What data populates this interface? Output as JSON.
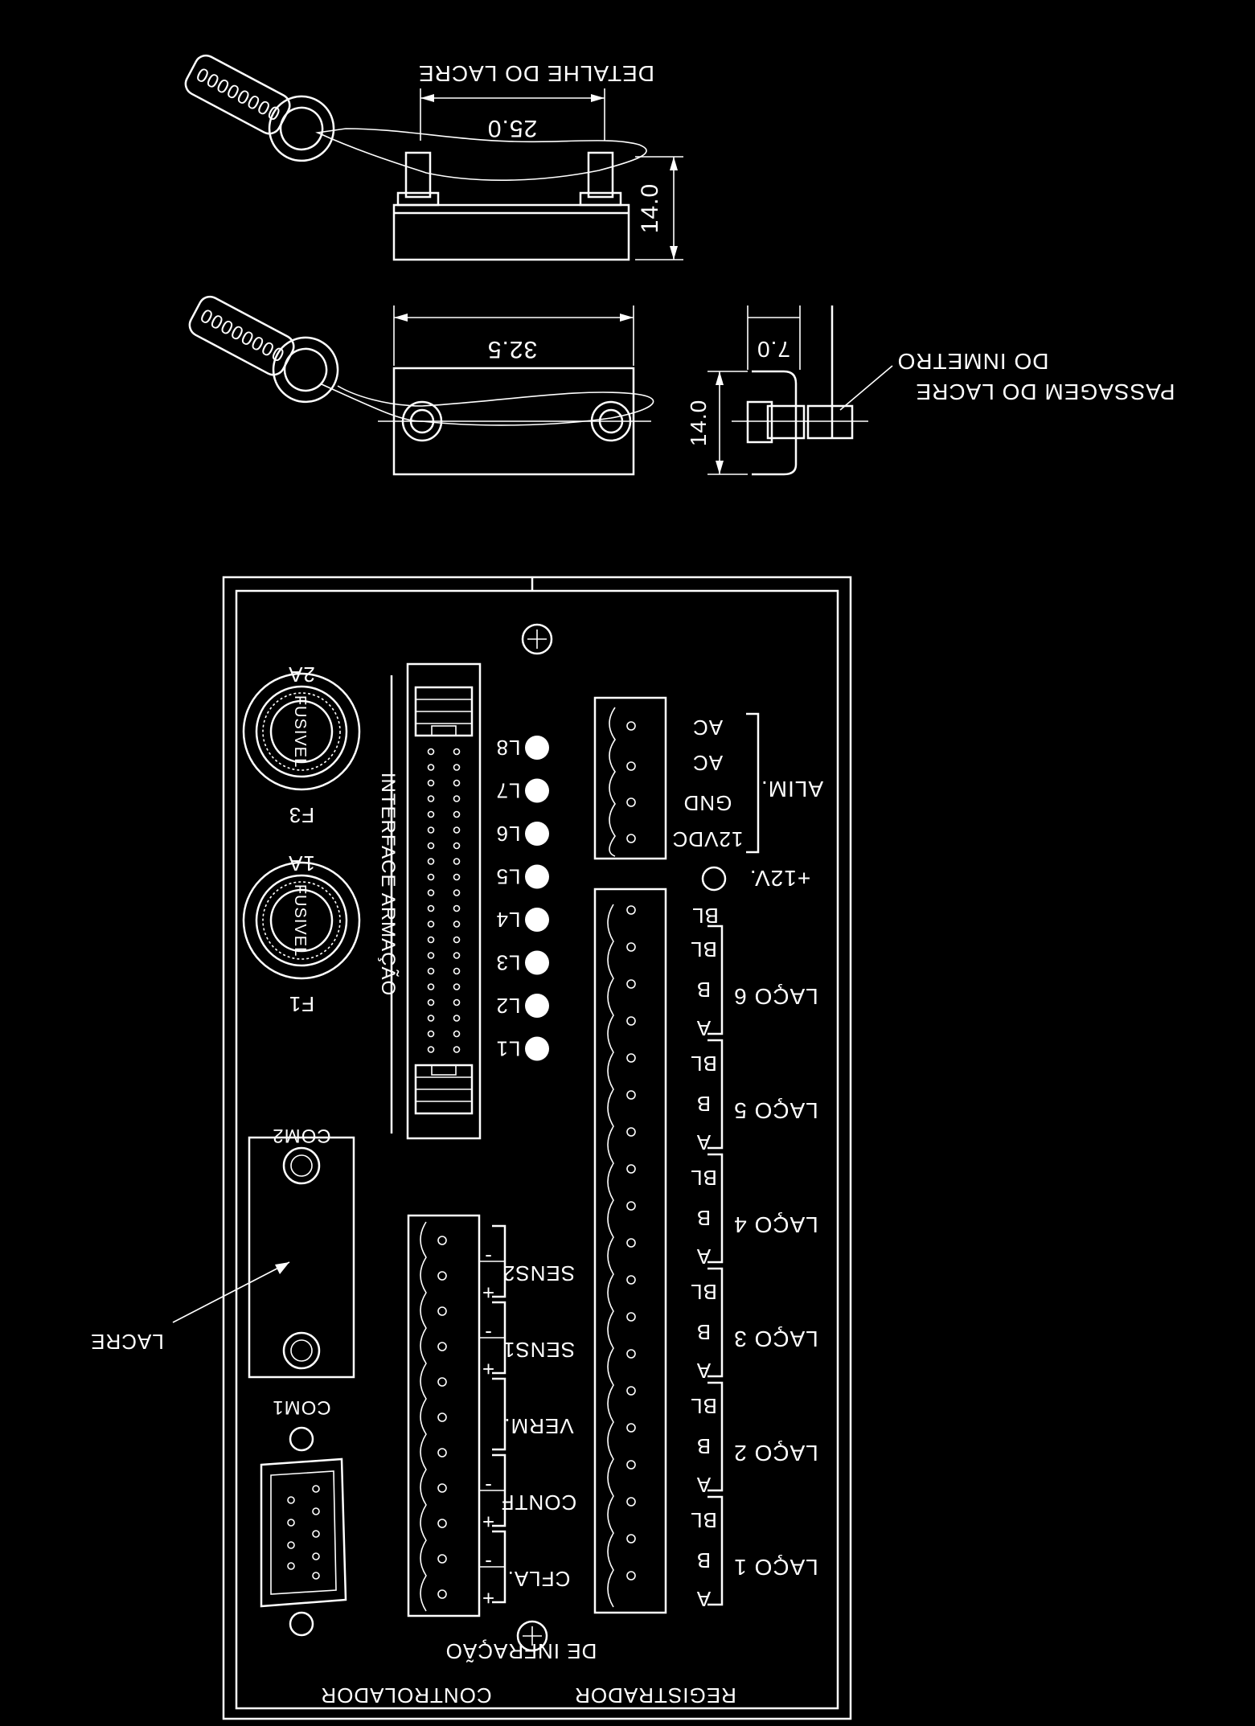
{
  "seal_detail": {
    "title": "DETALHE DO LACRE",
    "dim_top_width": "25.0",
    "dim_top_height": "14.0",
    "dim_plan_width": "32.5",
    "dim_side_height": "14.0",
    "dim_side_width": "7.0",
    "tag_number": "00000000",
    "note_line1": "DO INMETRO",
    "note_line2": "PASSAGEM DO LACRE"
  },
  "panel": {
    "fuses": [
      {
        "id": "F3",
        "label": "F3",
        "rating": "2A",
        "text": "FUSIVEL"
      },
      {
        "id": "F1",
        "label": "F1",
        "rating": "1A",
        "text": "FUSIVEL"
      }
    ],
    "interface_label": "INTERFACE ARMAÇÃO",
    "leds": [
      "L8",
      "L7",
      "L6",
      "L5",
      "L4",
      "L3",
      "L2",
      "L1"
    ],
    "power_terminals": [
      "AC",
      "AC",
      "GND",
      "12VDC"
    ],
    "power_group": "ALIM.",
    "plus12_label": "+12V.",
    "loops": [
      {
        "name": "LAÇO 6",
        "pins": [
          "BL",
          "B",
          "A"
        ]
      },
      {
        "name": "LAÇO 5",
        "pins": [
          "BL",
          "B",
          "A"
        ]
      },
      {
        "name": "LAÇO 4",
        "pins": [
          "BL",
          "B",
          "A"
        ]
      },
      {
        "name": "LAÇO 3",
        "pins": [
          "BL",
          "B",
          "A"
        ]
      },
      {
        "name": "LAÇO 2",
        "pins": [
          "BL",
          "B",
          "A"
        ]
      },
      {
        "name": "LAÇO 1",
        "pins": [
          "BL",
          "B",
          "A"
        ]
      }
    ],
    "top_bl": "BL",
    "com_ports": [
      "COM2",
      "COM1"
    ],
    "seal_pointer_label": "LACRE",
    "sensor_groups": [
      {
        "name": "SENS2",
        "pins": [
          "-",
          "+"
        ]
      },
      {
        "name": "SENS1",
        "pins": [
          "-",
          "+"
        ]
      },
      {
        "name": "VERM.",
        "pins": []
      },
      {
        "name": "CONTF",
        "pins": [
          "-",
          "+"
        ]
      },
      {
        "name": "CFLA.",
        "pins": [
          "-",
          "+"
        ]
      }
    ],
    "bottom_left": "CONTROLADOR",
    "bottom_middle": "DE INFRAÇÃO",
    "bottom_right": "REGISTRADOR"
  }
}
